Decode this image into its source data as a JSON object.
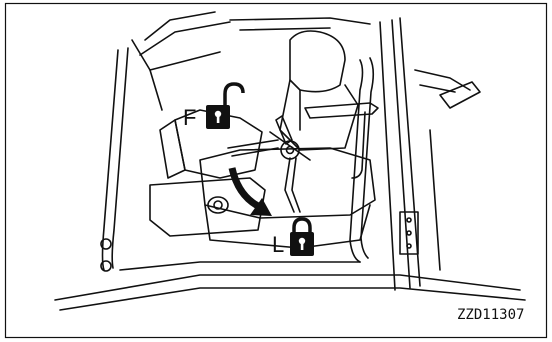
{
  "labels": {
    "free_position": "F",
    "lock_position": "L",
    "figure_code": "ZZD11307"
  },
  "icons": {
    "free_icon": "unlocked-padlock-icon",
    "lock_icon": "locked-padlock-icon",
    "motion_arrow": "curved-arrow-down-icon"
  },
  "colors": {
    "ink": "#111111",
    "paper": "#ffffff"
  }
}
